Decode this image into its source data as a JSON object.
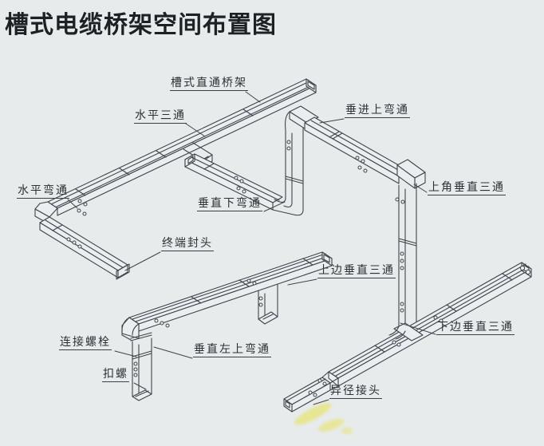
{
  "title": "槽式电缆桥架空间布置图",
  "colors": {
    "paper": "#e7ebec",
    "ink": "#3f444a",
    "title_ink": "#1d2124",
    "highlighter": "#e8e23c"
  },
  "diagram": {
    "labels": [
      {
        "text": "槽式直通桥架"
      },
      {
        "text": "水平三通"
      },
      {
        "text": "垂进上弯通"
      },
      {
        "text": "水平弯通"
      },
      {
        "text": "垂直下弯通"
      },
      {
        "text": "上角垂直三通"
      },
      {
        "text": "终端封头"
      },
      {
        "text": "上边垂直三通"
      },
      {
        "text": "连接螺栓"
      },
      {
        "text": "扣螺"
      },
      {
        "text": "垂直左上弯通"
      },
      {
        "text": "下边垂直三通"
      },
      {
        "text": "异径接头"
      }
    ]
  }
}
